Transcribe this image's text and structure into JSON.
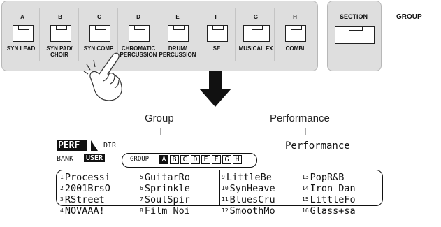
{
  "groups": [
    {
      "letter": "A",
      "label": "SYN LEAD"
    },
    {
      "letter": "B",
      "label": "SYN PAD/ CHOIR"
    },
    {
      "letter": "C",
      "label": "SYN COMP"
    },
    {
      "letter": "D",
      "label": "CHROMATIC PERCUSSION"
    },
    {
      "letter": "E",
      "label": "DRUM/ PERCUSSION"
    },
    {
      "letter": "F",
      "label": "SE"
    },
    {
      "letter": "G",
      "label": "MUSICAL FX"
    },
    {
      "letter": "H",
      "label": "COMBI"
    }
  ],
  "section_label": "SECTION",
  "group_label": "GROUP",
  "callout_group": "Group",
  "callout_performance": "Performance",
  "lcd": {
    "mode": "PERF",
    "sub": "DIR",
    "title": "Performance",
    "bank_label": "BANK",
    "bank_value": "USER",
    "group_label": "GROUP",
    "letters": [
      "A",
      "B",
      "C",
      "D",
      "E",
      "F",
      "G",
      "H"
    ],
    "columns": [
      [
        {
          "n": "1",
          "name": "Processi"
        },
        {
          "n": "2",
          "name": "2001BrsO"
        },
        {
          "n": "3",
          "name": "RStreet"
        },
        {
          "n": "4",
          "name": "NOVAAA!"
        }
      ],
      [
        {
          "n": "5",
          "name": "GuitarRo"
        },
        {
          "n": "6",
          "name": "Sprinkle"
        },
        {
          "n": "7",
          "name": "SoulSpir"
        },
        {
          "n": "8",
          "name": "Film Noi"
        }
      ],
      [
        {
          "n": "9",
          "name": "LittleBe"
        },
        {
          "n": "10",
          "name": "SynHeave"
        },
        {
          "n": "11",
          "name": "BluesCru"
        },
        {
          "n": "12",
          "name": "SmoothMo"
        }
      ],
      [
        {
          "n": "13",
          "name": "PopR&B"
        },
        {
          "n": "14",
          "name": "Iron Dan"
        },
        {
          "n": "15",
          "name": "LittleFo"
        },
        {
          "n": "16",
          "name": "Glass+sa"
        }
      ]
    ]
  }
}
